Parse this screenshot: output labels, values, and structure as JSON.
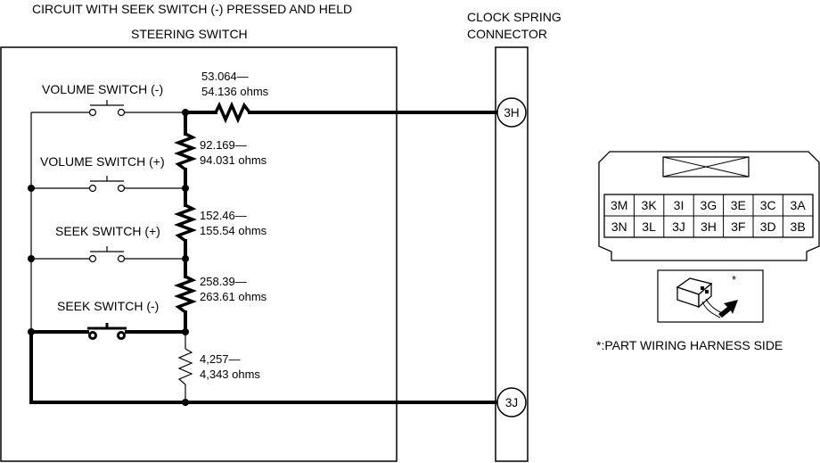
{
  "title": "CIRCUIT WITH SEEK SWITCH (-) PRESSED AND HELD",
  "steering_switch": {
    "label": "STEERING SWITCH",
    "switches": [
      {
        "label": "VOLUME SWITCH (-)",
        "state": "open"
      },
      {
        "label": "VOLUME SWITCH (+)",
        "state": "open"
      },
      {
        "label": "SEEK SWITCH (+)",
        "state": "open"
      },
      {
        "label": "SEEK SWITCH (-)",
        "state": "closed"
      }
    ],
    "resistors": [
      {
        "line1": "53.064—",
        "line2": "54.136 ohms",
        "state": "active"
      },
      {
        "line1": "92.169—",
        "line2": "94.031 ohms",
        "state": "active"
      },
      {
        "line1": "152.46—",
        "line2": "155.54 ohms",
        "state": "active"
      },
      {
        "line1": "258.39—",
        "line2": "263.61 ohms",
        "state": "active"
      },
      {
        "line1": "4,257—",
        "line2": "4,343 ohms",
        "state": "bypassed"
      }
    ]
  },
  "clock_spring": {
    "label_line1": "CLOCK SPRING",
    "label_line2": "CONNECTOR",
    "pins": [
      "3H",
      "3J"
    ]
  },
  "connector_face": {
    "row1": [
      "3M",
      "3K",
      "3I",
      "3G",
      "3E",
      "3C",
      "3A"
    ],
    "row2": [
      "3N",
      "3L",
      "3J",
      "3H",
      "3F",
      "3D",
      "3B"
    ]
  },
  "harness_note": {
    "star": "*",
    "text": "*:PART WIRING HARNESS SIDE"
  },
  "colors": {
    "line": "#000000",
    "background": "#ffffff"
  }
}
